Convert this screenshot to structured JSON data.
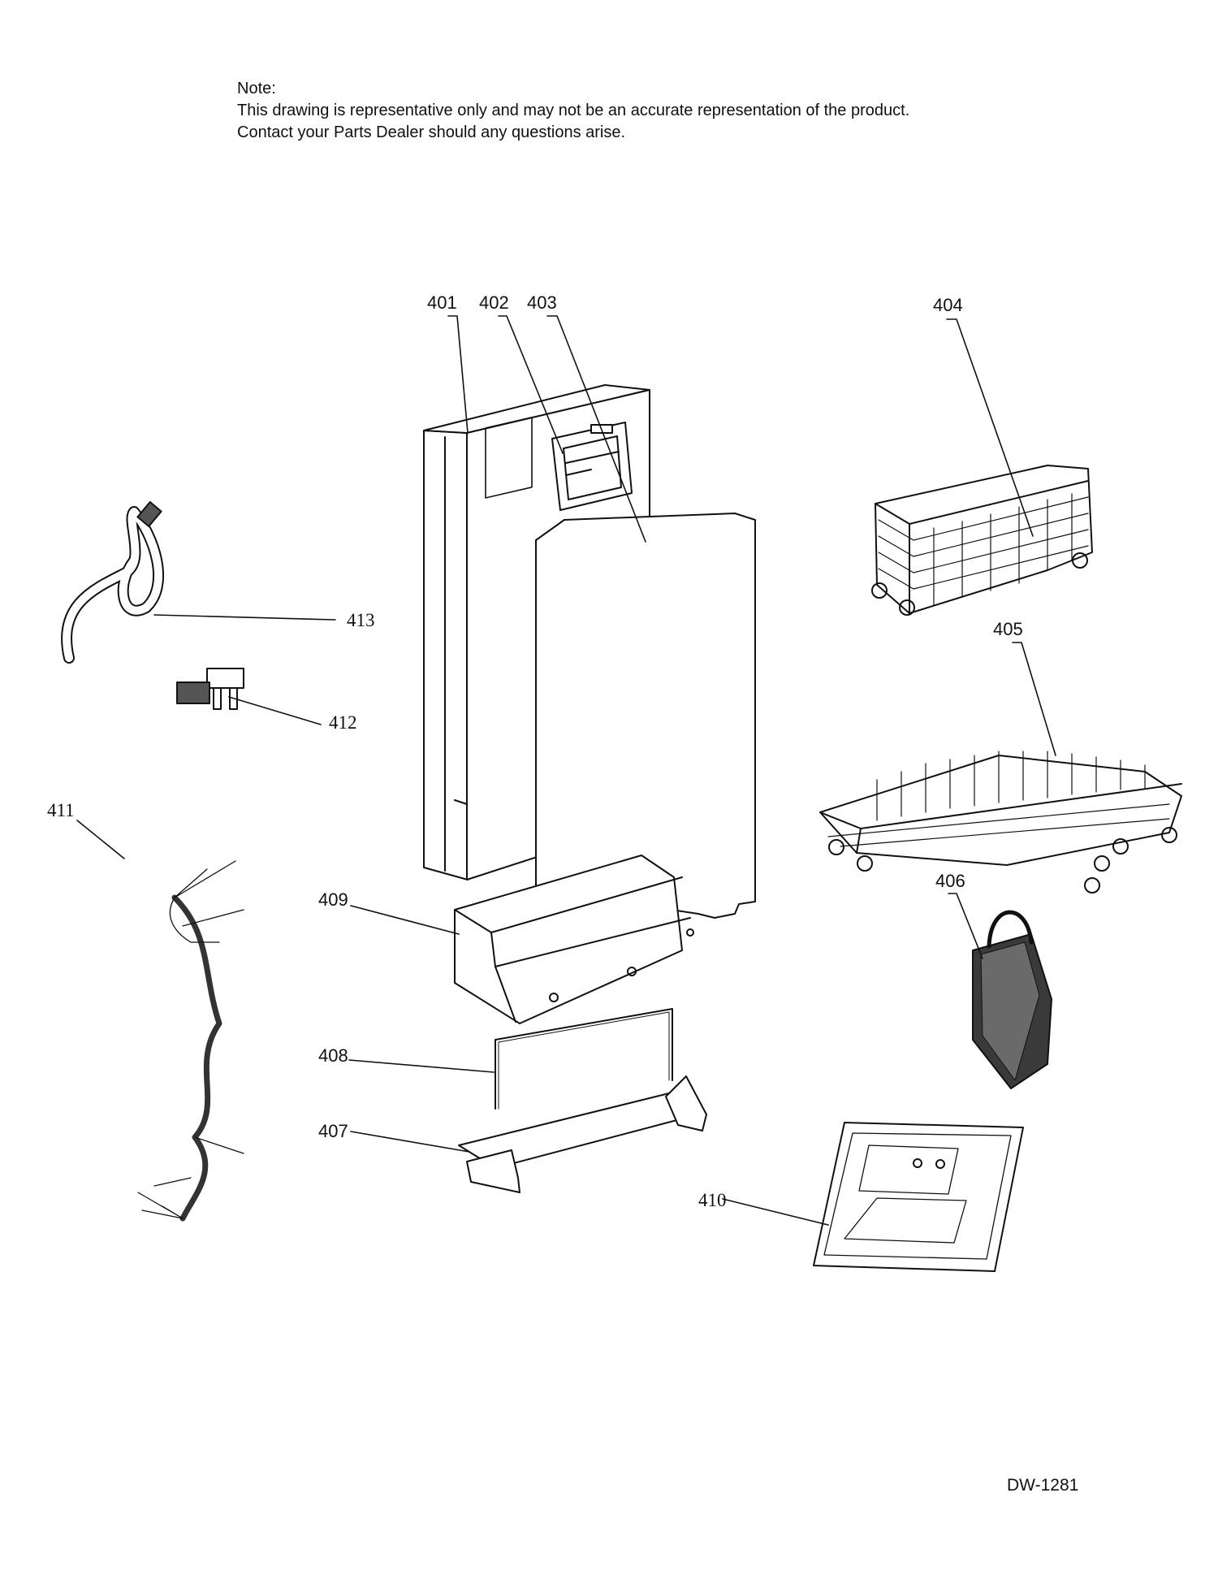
{
  "note": {
    "heading": "Note:",
    "line1": "This drawing is representative only and may not be an accurate representation of the product.",
    "line2": "Contact your Parts Dealer should any questions arise."
  },
  "drawing_code": "DW-1281",
  "callouts": {
    "p401": "401",
    "p402": "402",
    "p403": "403",
    "p404": "404",
    "p405": "405",
    "p406": "406",
    "p407": "407",
    "p408": "408",
    "p409": "409",
    "p410": "410",
    "p411": "411",
    "p412": "412",
    "p413": "413"
  }
}
